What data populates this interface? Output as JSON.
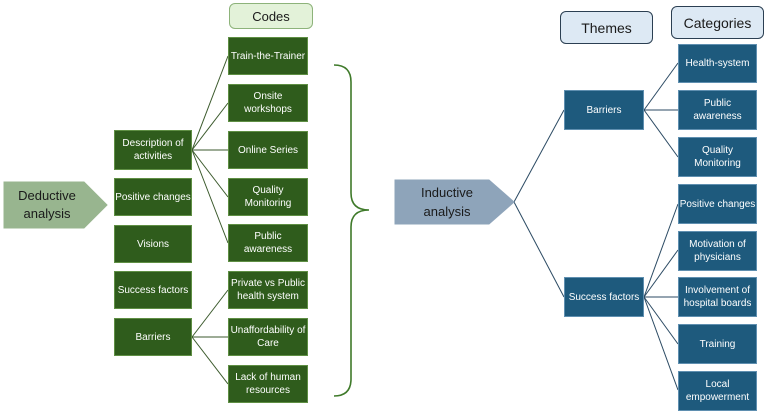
{
  "colors": {
    "green_box": "#2f5c1c",
    "blue_box": "#1e5a7d",
    "deductive_arrow": "#98b58f",
    "inductive_arrow": "#8ea4ba",
    "codes_header": "#e3f2d9",
    "themes_header": "#dde9f4",
    "categories_header": "#dde9f4",
    "connector_green": "#3b5a2c",
    "connector_blue": "#2b4a63"
  },
  "deductive": {
    "label": "Deductive analysis",
    "themes": [
      "Description of activities",
      "Positive changes",
      "Visions",
      "Success factors",
      "Barriers"
    ]
  },
  "codes": {
    "header": "Codes",
    "items": [
      "Train-the-Trainer",
      "Onsite workshops",
      "Online Series",
      "Quality Monitoring",
      "Public awareness",
      "Private vs Public health system",
      "Unaffordability of Care",
      "Lack of human resources"
    ]
  },
  "inductive": {
    "label": "Inductive analysis",
    "themes_header": "Themes",
    "categories_header": "Categories",
    "themes": [
      "Barriers",
      "Success factors"
    ],
    "categories": [
      "Health-system",
      "Public awareness",
      "Quality Monitoring",
      "Positive changes",
      "Motivation of physicians",
      "Involvement of hospital boards",
      "Training",
      "Local empowerment"
    ]
  }
}
